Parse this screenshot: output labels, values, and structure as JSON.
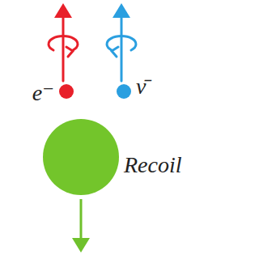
{
  "diagram": {
    "nodes": [
      {
        "text": [
          "e⁻"
        ]
      },
      {
        "text": [
          "ν̄"
        ]
      },
      {
        "text": [
          "Recoil"
        ]
      }
    ]
  }
}
